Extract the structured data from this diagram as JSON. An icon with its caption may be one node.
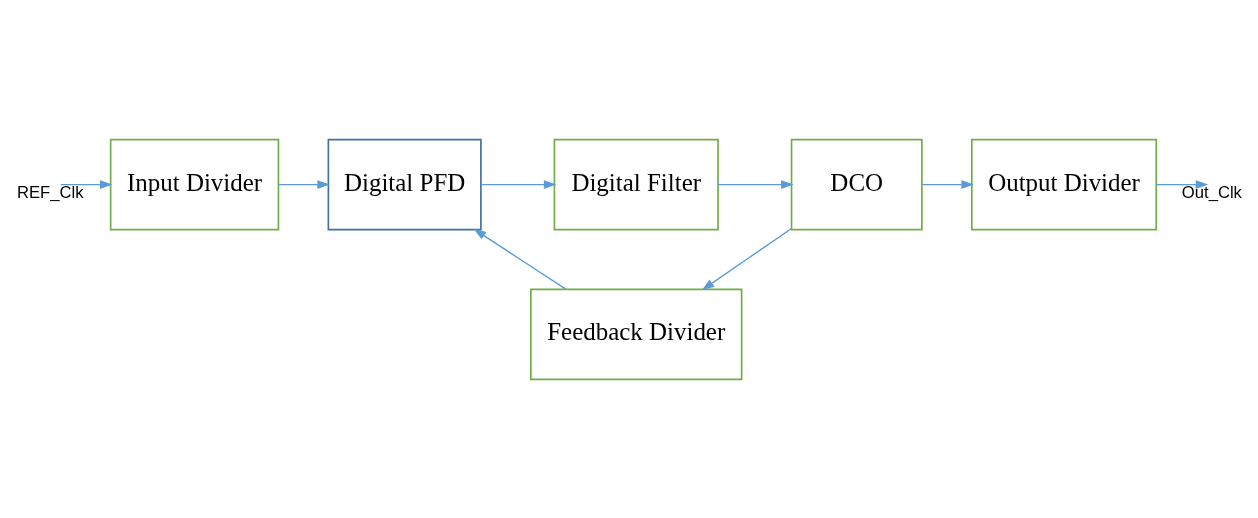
{
  "diagram": {
    "nodes": [
      {
        "text": [
          "Input Divider"
        ]
      },
      {
        "text": [
          "Digital PFD"
        ]
      },
      {
        "text": [
          "Digital Filter"
        ]
      },
      {
        "text": [
          "DCO"
        ]
      },
      {
        "text": [
          "Output Divider"
        ]
      },
      {
        "text": [
          "Feedback Divider"
        ]
      }
    ],
    "edges": [
      {
        "from": null,
        "to": 0,
        "arrow": "to",
        "label": "REF_Clk"
      },
      {
        "from": 0,
        "to": 1,
        "arrow": "to"
      },
      {
        "from": 1,
        "to": 2,
        "arrow": "to"
      },
      {
        "from": 2,
        "to": 3,
        "arrow": "to"
      },
      {
        "from": 3,
        "to": 4,
        "arrow": "to"
      },
      {
        "from": 4,
        "to": null,
        "arrow": "to",
        "label": "Out_Clk"
      },
      {
        "from": 3,
        "to": 5,
        "arrow": "to"
      },
      {
        "from": 5,
        "to": 1,
        "arrow": "to"
      }
    ]
  }
}
